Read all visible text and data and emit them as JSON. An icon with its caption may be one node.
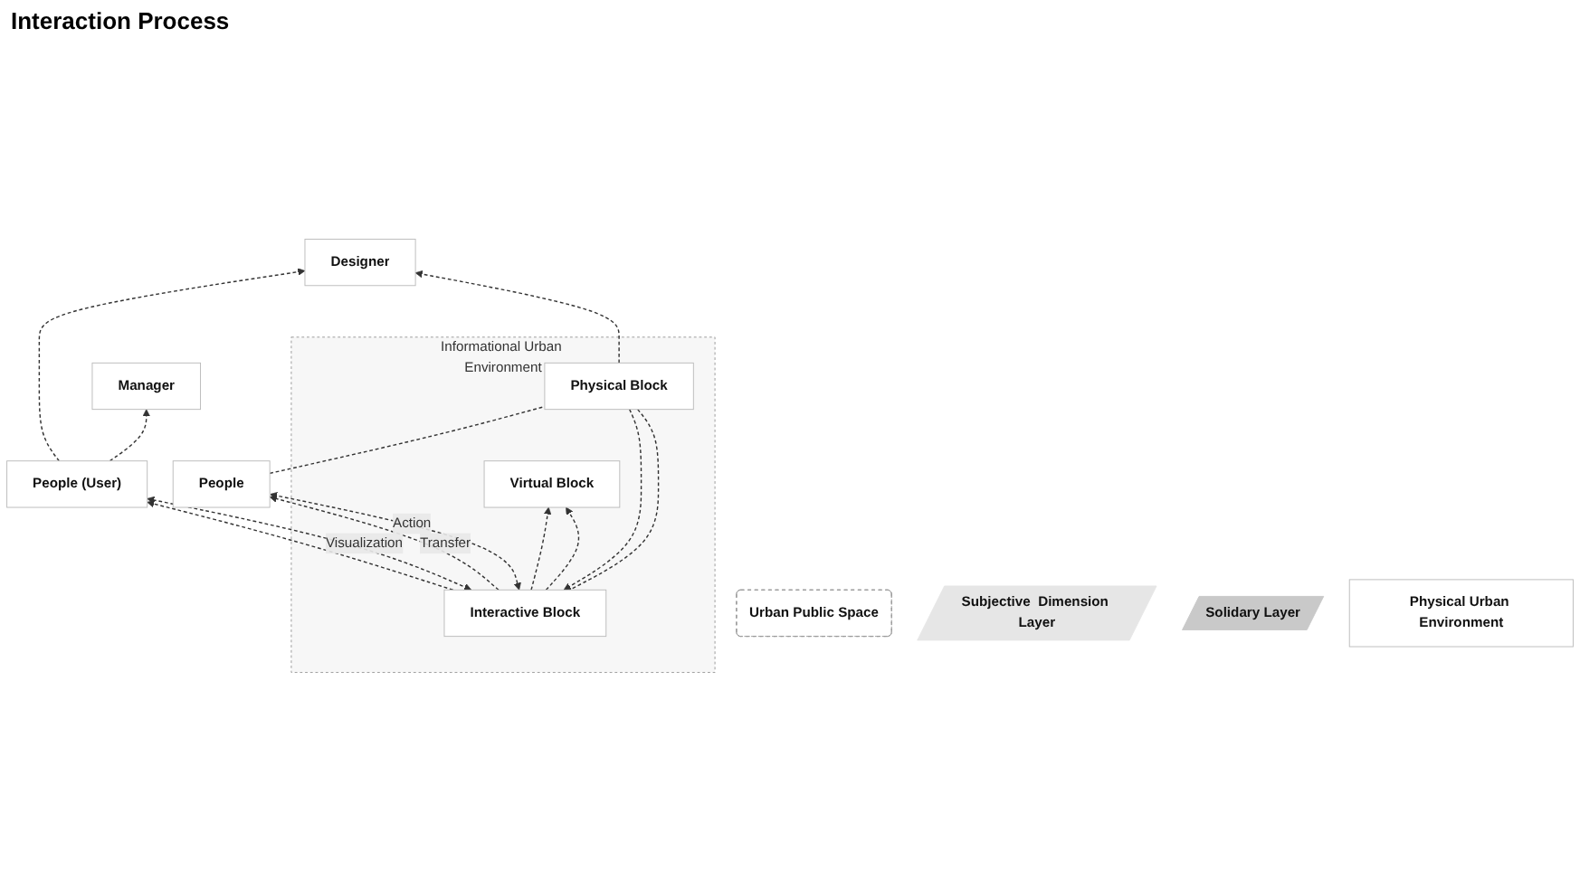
{
  "diagram": {
    "nodes": [
      {
        "text": [
          "Informational Urban Environment"
        ]
      },
      {
        "text": [
          "Virtual Block"
        ],
        "in": 0
      },
      {
        "text": [
          "Urban Public Space"
        ]
      },
      {
        "text": [
          "Subjective  Dimension Layer"
        ]
      },
      {
        "text": [
          "Manager"
        ]
      },
      {
        "text": [
          "People"
        ]
      },
      {
        "text": [
          "Interactive Block"
        ],
        "in": 0
      },
      {
        "text": [
          "People (User)"
        ]
      },
      {
        "text": [
          "Physical Block"
        ],
        "in": 0
      },
      {
        "text": [
          "Designer"
        ]
      },
      {
        "text": [
          "Solidary Layer"
        ]
      },
      {
        "text": [
          "Physical Urban Environment"
        ]
      }
    ],
    "edges": [
      {
        "from": 6,
        "to": 1,
        "arrow": "to",
        "style": "dashed"
      },
      {
        "from": 6,
        "to": 1,
        "arrow": "to",
        "style": "dashed"
      },
      {
        "from": 6,
        "to": 5,
        "label": "Transfer",
        "arrow": "to",
        "style": "dashed"
      },
      {
        "from": 5,
        "to": 6,
        "label": "Action",
        "arrow": "both",
        "style": "dashed"
      },
      {
        "from": 6,
        "to": 7,
        "arrow": "to",
        "style": "dashed"
      },
      {
        "from": 6,
        "to": 7,
        "label": "Visualization",
        "arrow": "both",
        "style": "dashed"
      },
      {
        "from": 7,
        "to": 4,
        "arrow": "to",
        "style": "dashed"
      },
      {
        "from": 7,
        "to": 9,
        "arrow": "to",
        "style": "dashed"
      },
      {
        "from": 8,
        "to": 6,
        "arrow": "to",
        "style": "dashed"
      },
      {
        "from": 8,
        "to": 6,
        "arrow": "none",
        "style": "dashed"
      },
      {
        "from": 5,
        "to": 8,
        "arrow": "none",
        "style": "dashed"
      },
      {
        "from": 8,
        "to": 9,
        "arrow": "to",
        "style": "dashed"
      }
    ],
    "labels": [
      "Interaction Process"
    ]
  }
}
